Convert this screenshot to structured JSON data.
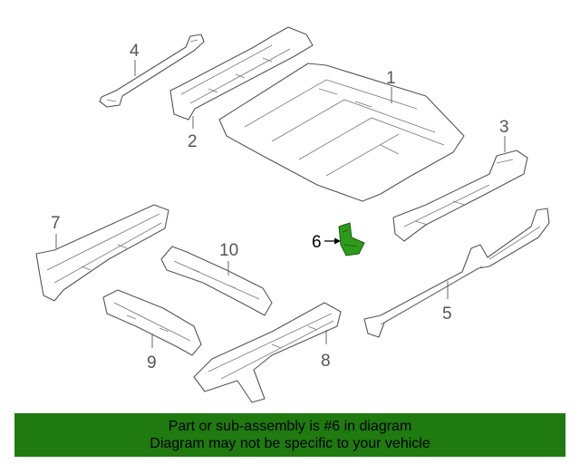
{
  "callouts": {
    "c1": "1",
    "c2": "2",
    "c3": "3",
    "c4": "4",
    "c5": "5",
    "c6": "6",
    "c7": "7",
    "c8": "8",
    "c9": "9",
    "c10": "10"
  },
  "highlight_color": "#2e9a1a",
  "banner": {
    "line1": "Part or sub-assembly is #6 in diagram",
    "line2": "Diagram may not be specific to your vehicle",
    "background": "#1f7a0f"
  }
}
